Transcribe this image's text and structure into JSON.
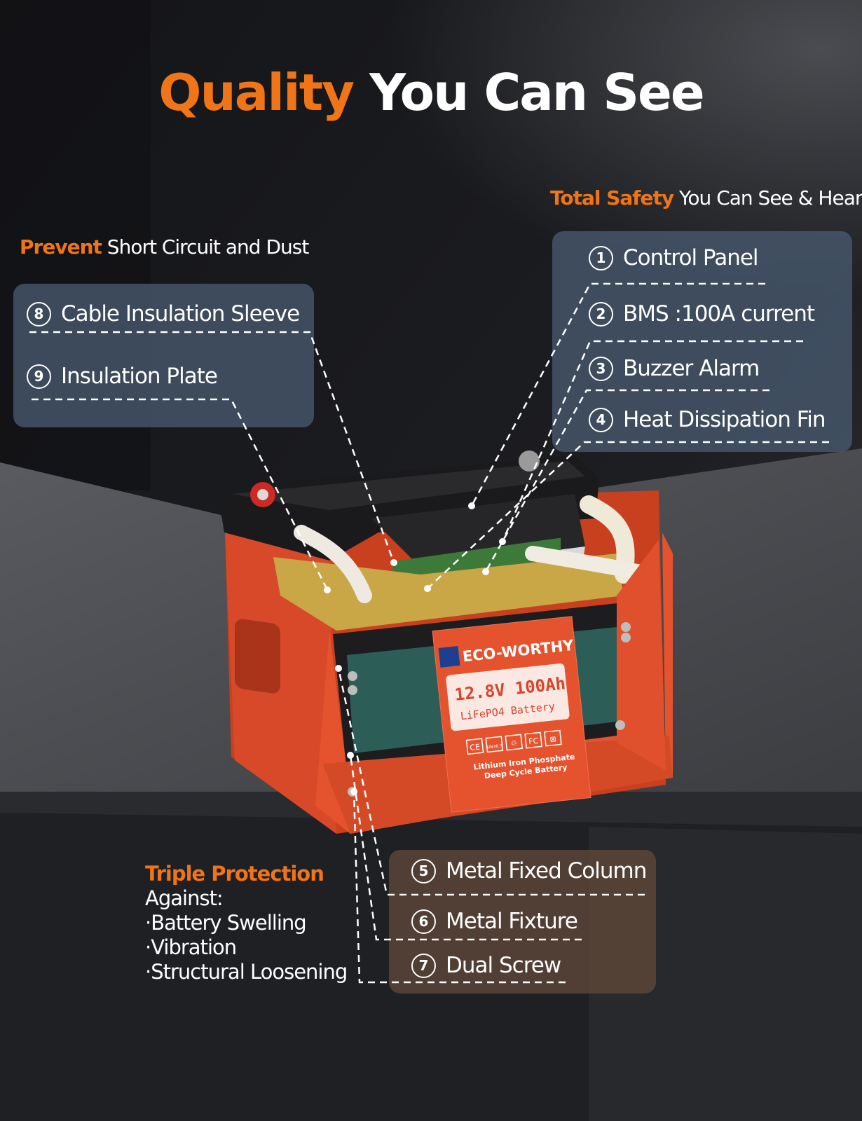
{
  "title": {
    "part1": "Quality",
    "part2": "You Can See"
  },
  "right_heading": {
    "highlight": "Total Safety",
    "rest": "You Can See & Hear"
  },
  "left_heading": {
    "highlight": "Prevent",
    "rest": "Short Circuit and Dust"
  },
  "right_items": [
    {
      "num": "1",
      "label": "Control Panel"
    },
    {
      "num": "2",
      "label": "BMS :100A current"
    },
    {
      "num": "3",
      "label": "Buzzer Alarm"
    },
    {
      "num": "4",
      "label": "Heat Dissipation Fin"
    }
  ],
  "left_items": [
    {
      "num": "8",
      "label": "Cable Insulation Sleeve"
    },
    {
      "num": "9",
      "label": "Insulation Plate"
    }
  ],
  "bottom_items": [
    {
      "num": "5",
      "label": "Metal Fixed Column"
    },
    {
      "num": "6",
      "label": "Metal Fixture"
    },
    {
      "num": "7",
      "label": "Dual Screw"
    }
  ],
  "triple": {
    "highlight": "Triple Protection",
    "line1": "Against:",
    "line2": "·Battery Swelling",
    "line3": "·Vibration",
    "line4": "·Structural Loosening"
  },
  "battery_label": {
    "brand": "ECO-WORTHY",
    "model": "12.8V 100Ah",
    "type": "LiFePO4 Battery",
    "desc1": "Lithium Iron Phosphate",
    "desc2": "Deep Cycle Battery",
    "certs": [
      "CE",
      "UN38.3",
      "♲",
      "FC",
      "⊠"
    ]
  },
  "colors": {
    "accent": "#f07418",
    "battery_case": "#e5532e",
    "panel_blue": "#485a70",
    "panel_brown": "#60483a"
  }
}
